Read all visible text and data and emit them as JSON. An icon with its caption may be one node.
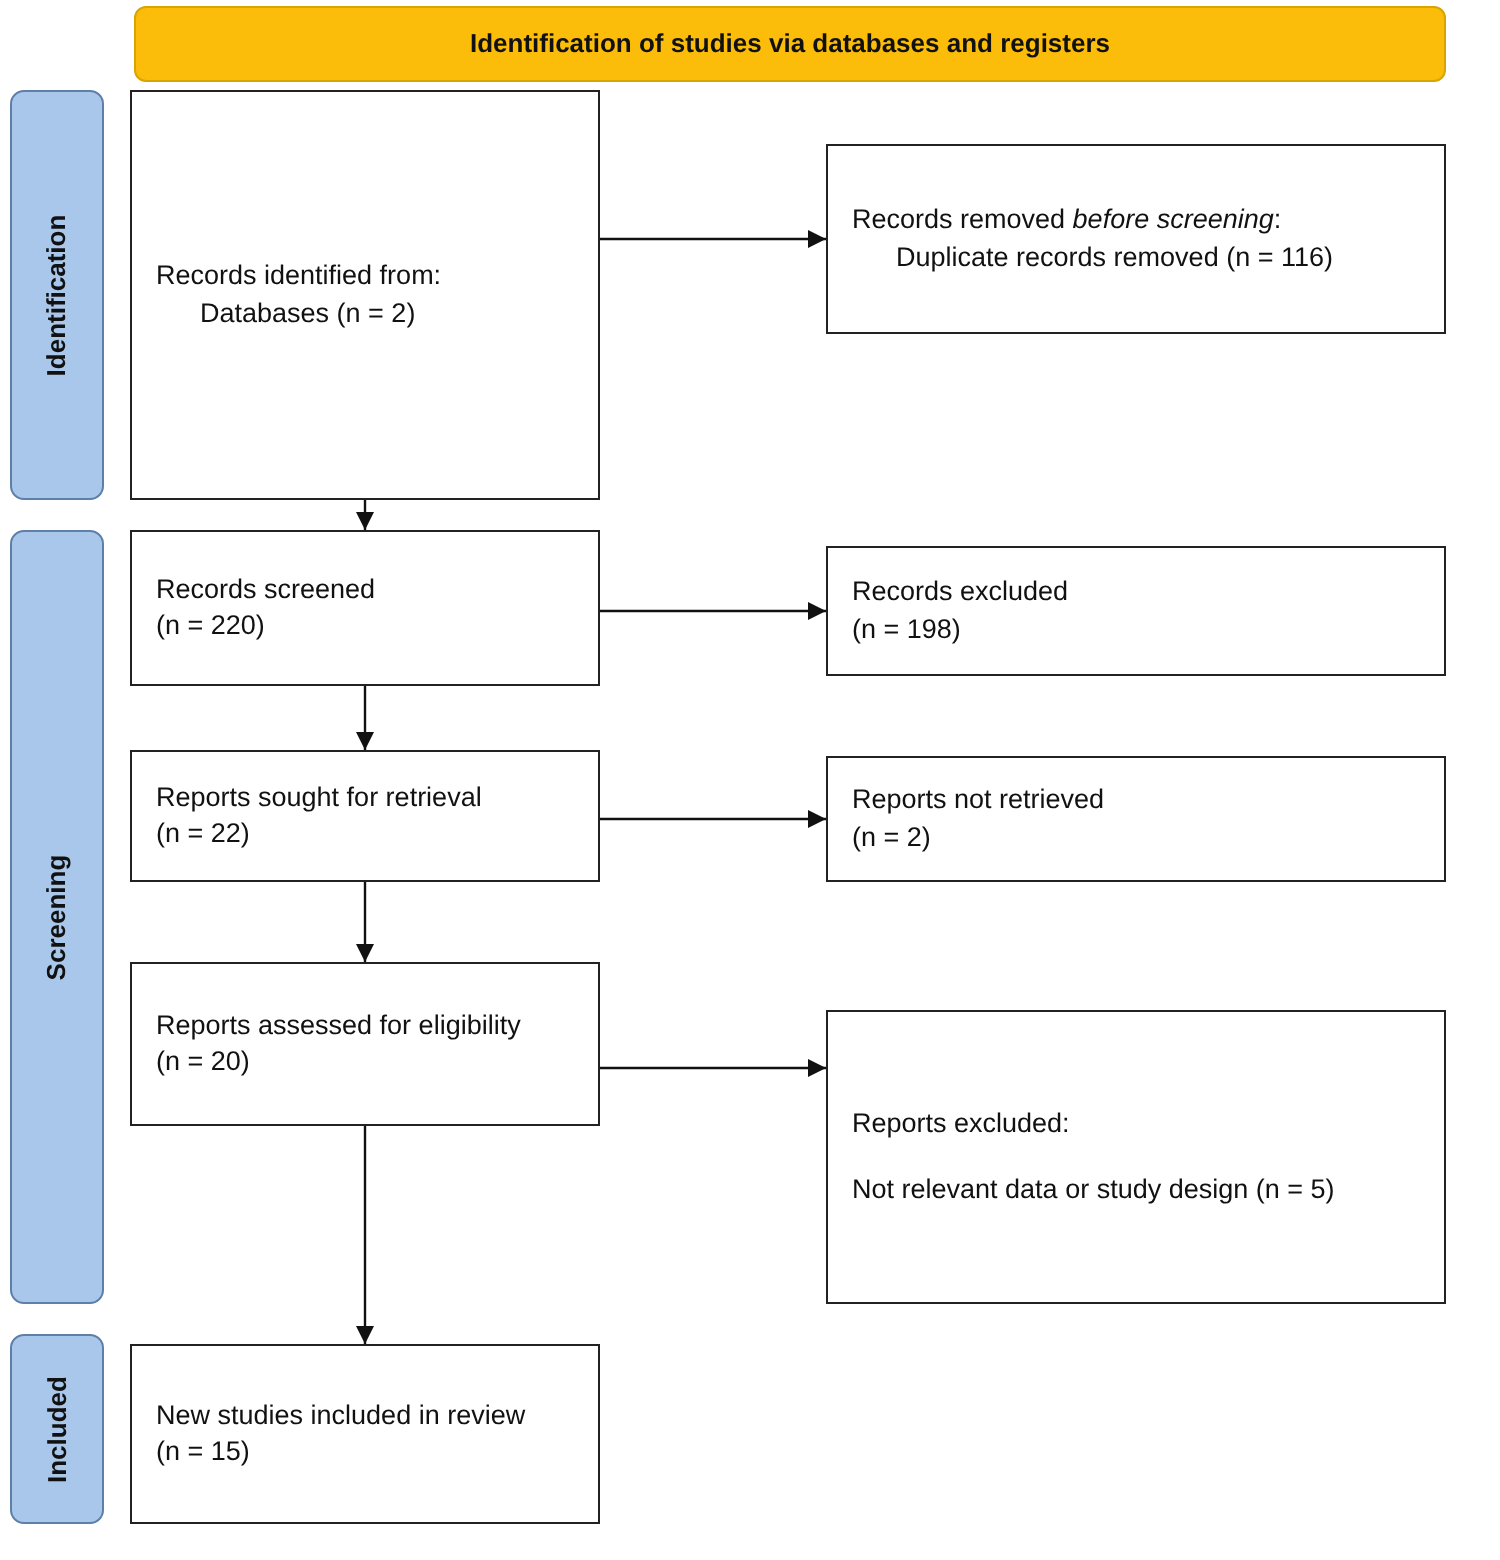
{
  "diagram": {
    "nodes": [
      {
        "text": [
          "Identification of studies via databases and registers"
        ]
      },
      {
        "text": [
          "Identification"
        ]
      },
      {
        "text": [
          "Screening"
        ]
      },
      {
        "text": [
          "Included"
        ]
      },
      {
        "text": [
          "Records identified from:",
          "Databases (n = 2)"
        ]
      },
      {
        "text": [
          "Records removed *before screening*:",
          "Duplicate records removed (n = 116)"
        ]
      },
      {
        "text": [
          "Records screened",
          "(n = 220)"
        ]
      },
      {
        "text": [
          "Records excluded",
          "(n = 198)"
        ]
      },
      {
        "text": [
          "Reports sought for retrieval",
          "(n = 22)"
        ]
      },
      {
        "text": [
          "Reports not retrieved",
          "(n = 2)"
        ]
      },
      {
        "text": [
          "Reports assessed for eligibility",
          "(n = 20)"
        ]
      },
      {
        "text": [
          "Reports excluded:",
          "Not relevant data or study design (n = 5)"
        ]
      },
      {
        "text": [
          "New studies included in review",
          "(n = 15)"
        ]
      }
    ],
    "edges": [
      {
        "from": 4,
        "to": 5,
        "arrow": "to"
      },
      {
        "from": 4,
        "to": 6,
        "arrow": "to"
      },
      {
        "from": 6,
        "to": 7,
        "arrow": "to"
      },
      {
        "from": 6,
        "to": 8,
        "arrow": "to"
      },
      {
        "from": 8,
        "to": 9,
        "arrow": "to"
      },
      {
        "from": 8,
        "to": 10,
        "arrow": "to"
      },
      {
        "from": 10,
        "to": 11,
        "arrow": "to"
      },
      {
        "from": 10,
        "to": 12,
        "arrow": "to"
      }
    ]
  }
}
